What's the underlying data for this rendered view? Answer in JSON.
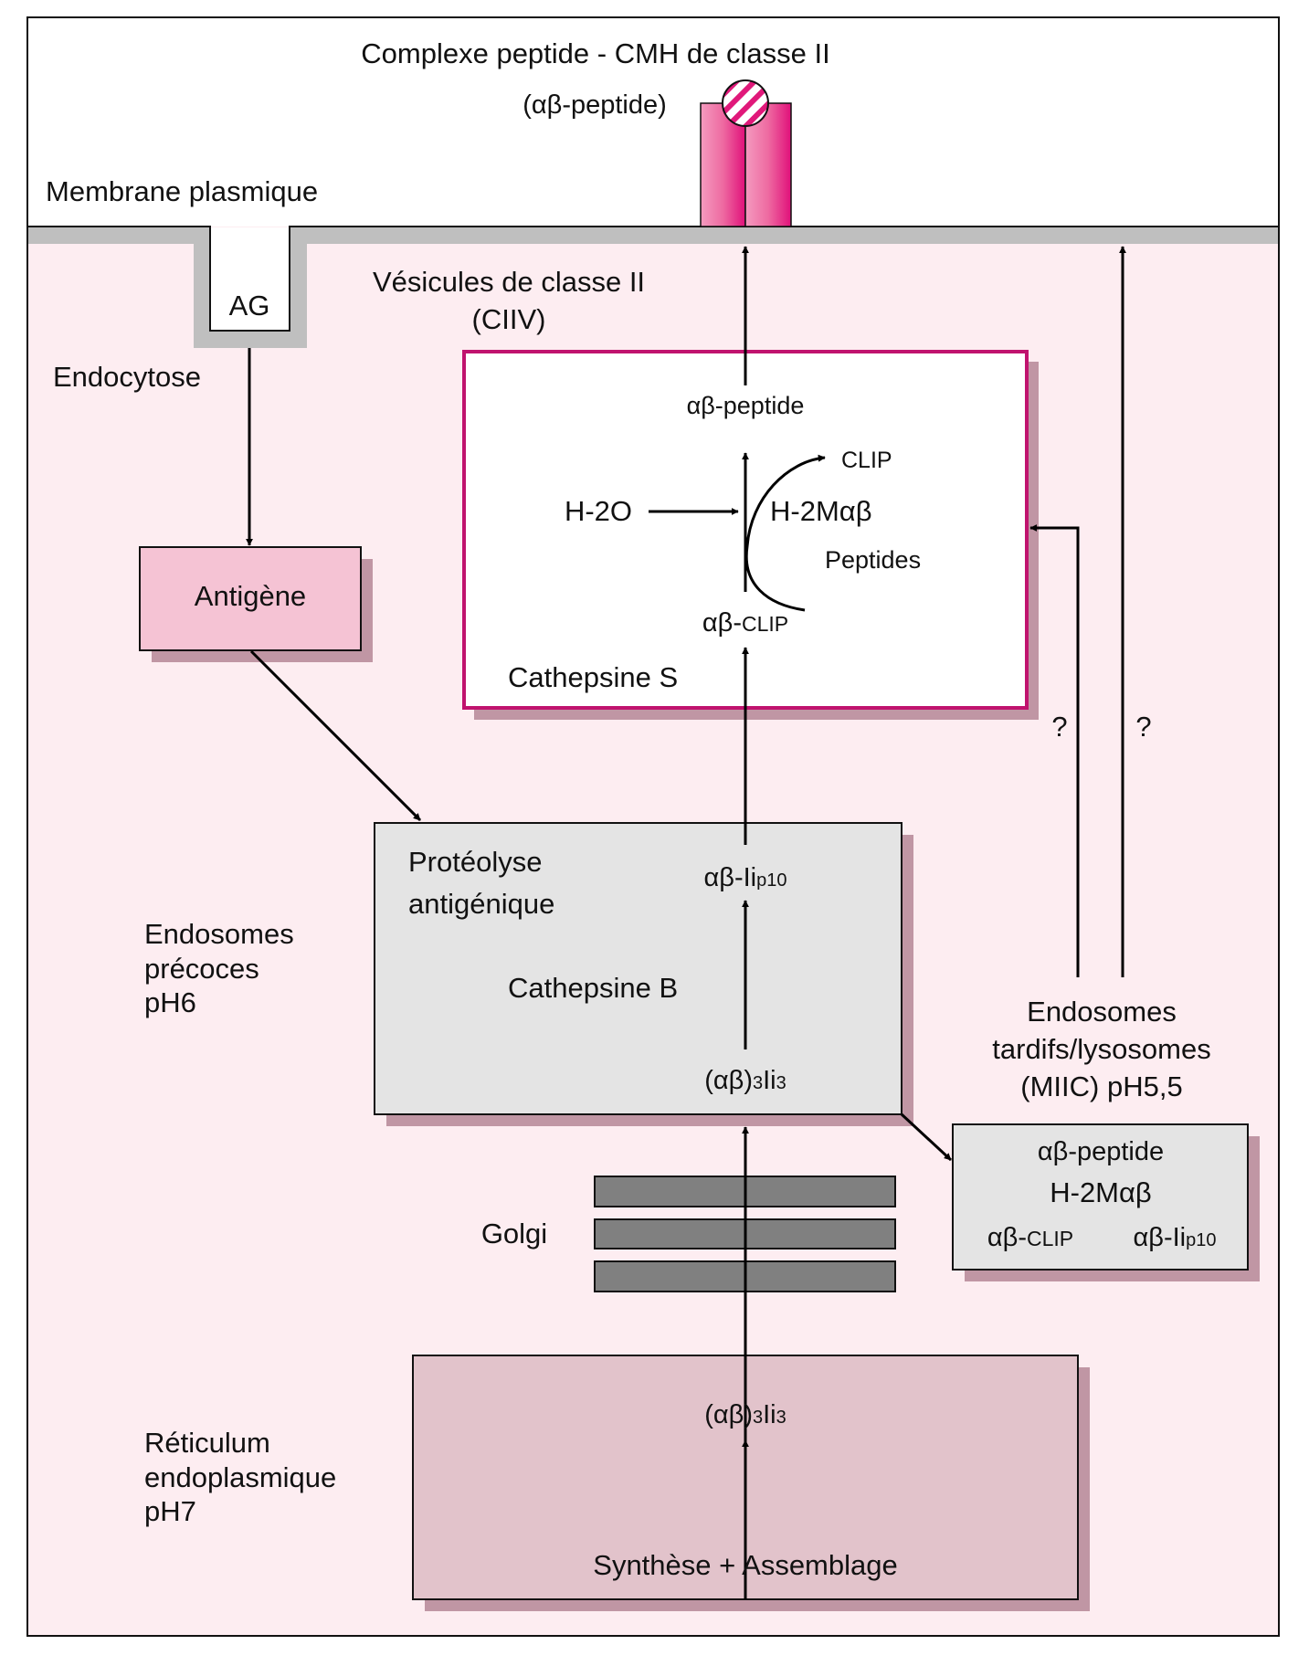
{
  "colors": {
    "cytoplasm": "#fdedf1",
    "membrane": "#bfbfbf",
    "mhc_pink": "#e0197a",
    "ciiv_border": "#c0136e",
    "antigen_fill": "#f5c3d4",
    "grey_box": "#e4e4e4",
    "er_fill": "#e2c3cb",
    "shadow": "#c096a4",
    "golgi": "#808080"
  },
  "top": {
    "complex_title": "Complexe peptide - CMH de classe II",
    "complex_subtitle": "(αβ-peptide)",
    "membrane_label": "Membrane plasmique",
    "pit_label": "AG",
    "endocytosis_label": "Endocytose"
  },
  "ciiv": {
    "title_line1": "Vésicules de classe II",
    "title_line2": "(CIIV)",
    "ab_peptide": "αβ-peptide",
    "clip": "CLIP",
    "h2o": "H-2O",
    "h2m_prefix": "H-2M",
    "h2m_suffix": "αβ",
    "peptides": "Peptides",
    "ab_clip_prefix": "αβ-",
    "ab_clip_suffix": "CLIP",
    "cathepsin": "Cathepsine S"
  },
  "antigen": {
    "label": "Antigène"
  },
  "early_endosomes": {
    "label_lines": [
      "Endosomes",
      "précoces",
      "pH6"
    ],
    "proteolysis_lines": [
      "Protéolyse",
      "antigénique"
    ],
    "ab_iip10_prefix": "αβ-Ii",
    "ab_iip10_suffix": "p10",
    "cathepsin": "Cathepsine B",
    "ab3ii3_prefix": "(αβ)",
    "ab3ii3_mid": "3",
    "ab3ii3_ii": "Ii",
    "ab3ii3_end": "3"
  },
  "late_endosomes": {
    "label_lines": [
      "Endosomes",
      "tardifs/lysosomes",
      "(MIIC) pH5,5"
    ],
    "question_mark": "?",
    "ab_peptide": "αβ-peptide",
    "h2m": "H-2Mαβ",
    "ab_clip_prefix": "αβ-",
    "ab_clip_suffix": "CLIP",
    "ab_iip10_prefix": "αβ-Ii",
    "ab_iip10_suffix": "p10"
  },
  "golgi": {
    "label": "Golgi"
  },
  "er": {
    "label_lines": [
      "Réticulum",
      "endoplasmique",
      "pH7"
    ],
    "ab3ii3_prefix": "(αβ)",
    "ab3ii3_mid": "3",
    "ab3ii3_ii": "Ii",
    "ab3ii3_end": "3",
    "synthesis": "Synthèse + Assemblage"
  }
}
